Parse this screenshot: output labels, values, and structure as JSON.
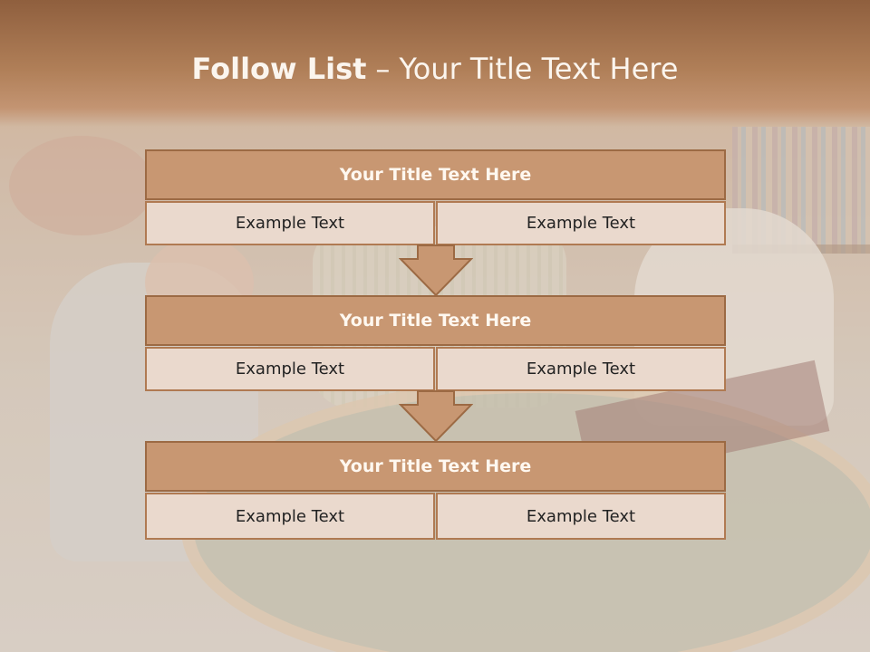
{
  "slide": {
    "title_strong": "Follow List",
    "title_dash": "–",
    "title_rest": "Your Title Text Here"
  },
  "blocks": [
    {
      "title": "Your Title Text Here",
      "cells": [
        "Example Text",
        "Example Text"
      ]
    },
    {
      "title": "Your Title Text Here",
      "cells": [
        "Example Text",
        "Example Text"
      ]
    },
    {
      "title": "Your Title Text Here",
      "cells": [
        "Example Text",
        "Example Text"
      ]
    }
  ],
  "colors": {
    "header_dark": "#8f5f3e",
    "block_title_fill": "#c89772",
    "block_cell_fill": "#ead9cd",
    "border": "#9c6a44"
  },
  "icons": {
    "connector": "down-arrow-icon"
  }
}
